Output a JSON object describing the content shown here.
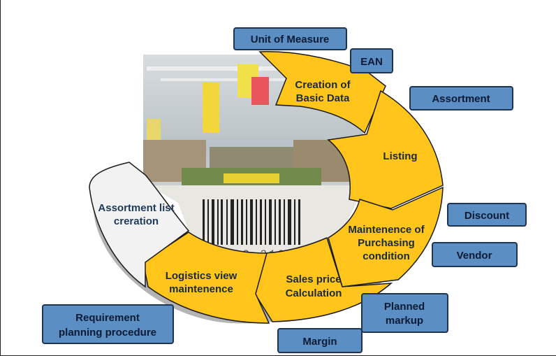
{
  "cycle": {
    "segments": [
      {
        "id": "creation",
        "lines": [
          "Creation of",
          "Basic Data"
        ]
      },
      {
        "id": "listing",
        "lines": [
          "Listing"
        ]
      },
      {
        "id": "purchasing",
        "lines": [
          "Maintenence of",
          "Purchasing",
          "condition"
        ]
      },
      {
        "id": "sales",
        "lines": [
          "Sales price",
          "Calculation"
        ]
      },
      {
        "id": "logistics",
        "lines": [
          "Logistics view",
          "maintenence"
        ]
      },
      {
        "id": "assortment_list",
        "lines": [
          "Assortment list",
          "creration"
        ]
      }
    ],
    "colors": {
      "segment_fill": "#ffc51a",
      "segment_stroke": "#1a1a1a",
      "white_segment": "#f2f2f2",
      "box_fill": "#5b8ec2",
      "box_stroke": "#1d3553"
    }
  },
  "boxes": [
    {
      "id": "unit",
      "lines": [
        "Unit of Measure"
      ]
    },
    {
      "id": "ean",
      "lines": [
        "EAN"
      ]
    },
    {
      "id": "assortment",
      "lines": [
        "Assortment"
      ]
    },
    {
      "id": "discount",
      "lines": [
        "Discount"
      ]
    },
    {
      "id": "vendor",
      "lines": [
        "Vendor"
      ]
    },
    {
      "id": "markup",
      "lines": [
        "Planned",
        "markup"
      ]
    },
    {
      "id": "margin",
      "lines": [
        "Margin"
      ]
    },
    {
      "id": "requirement",
      "lines": [
        "Requirement",
        "planning procedure"
      ]
    }
  ],
  "photo": {
    "barcode_text": "083 219"
  }
}
